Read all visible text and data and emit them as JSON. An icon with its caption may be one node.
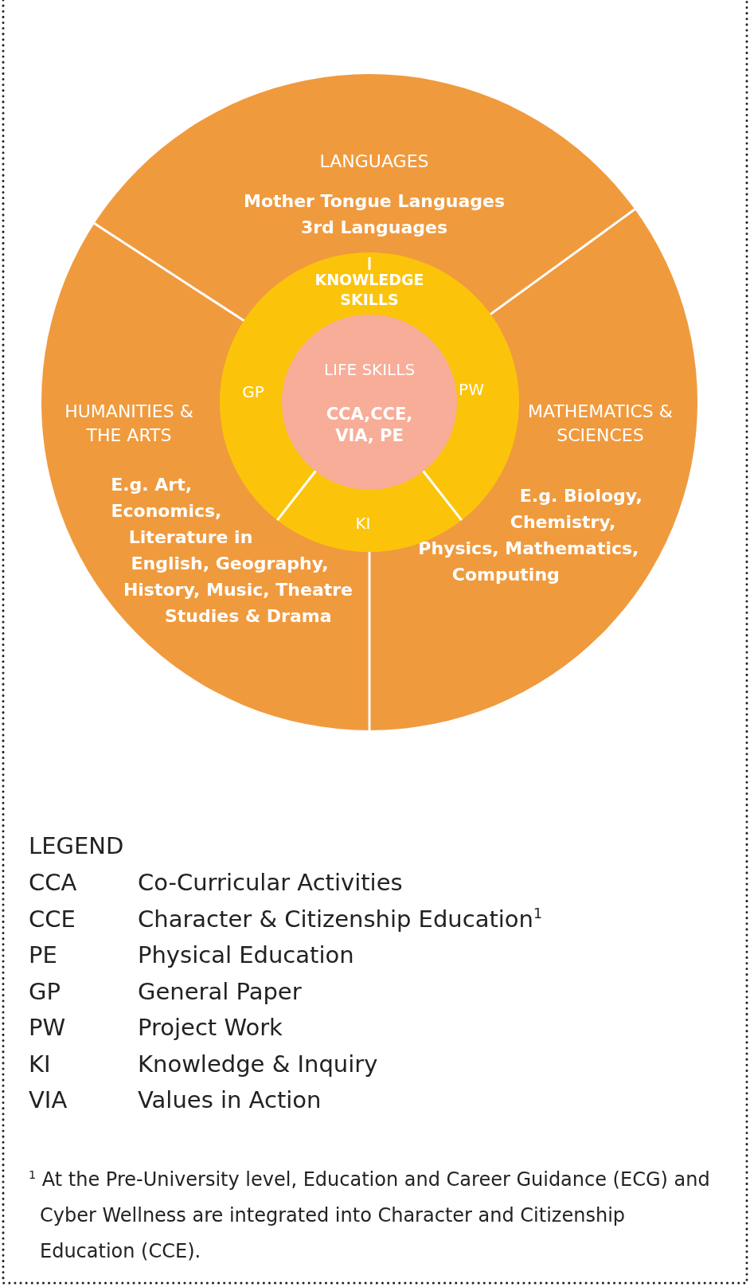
{
  "diagram": {
    "nodes": [
      {
        "text": [
          "LANGUAGES",
          "Mother Tongue Languages 3rd Languages"
        ]
      },
      {
        "text": [
          "HUMANITIES & THE ARTS",
          "E.g. Art, Economics, Literature in English, Geography, History, Music, Theatre Studies & Drama"
        ]
      },
      {
        "text": [
          "MATHEMATICS & SCIENCES",
          "E.g. Biology, Chemistry, Physics, Mathematics, Computing"
        ]
      },
      {
        "text": [
          "KNOWLEDGE SKILLS"
        ]
      },
      {
        "text": [
          "GP"
        ],
        "in": 3
      },
      {
        "text": [
          "PW"
        ],
        "in": 3
      },
      {
        "text": [
          "KI"
        ],
        "in": 3
      },
      {
        "text": [
          "LIFE SKILLS",
          "CCA,CCE, VIA, PE"
        ],
        "in": 3
      }
    ],
    "labels": [
      "LEGEND",
      "CCA",
      "Co-Curricular Activities",
      "CCE",
      "Character & Citizenship Education$^{1}$",
      "PE",
      "Physical Education",
      "GP",
      "General Paper",
      "PW",
      "Project Work",
      "KI",
      "Knowledge & Inquiry",
      "VIA",
      "Values in Action",
      "$^{1}$ At the Pre-University level, Education and Career Guidance (ECG) and Cyber Wellness are integrated into Character and Citizenship Education (CCE)."
    ]
  }
}
